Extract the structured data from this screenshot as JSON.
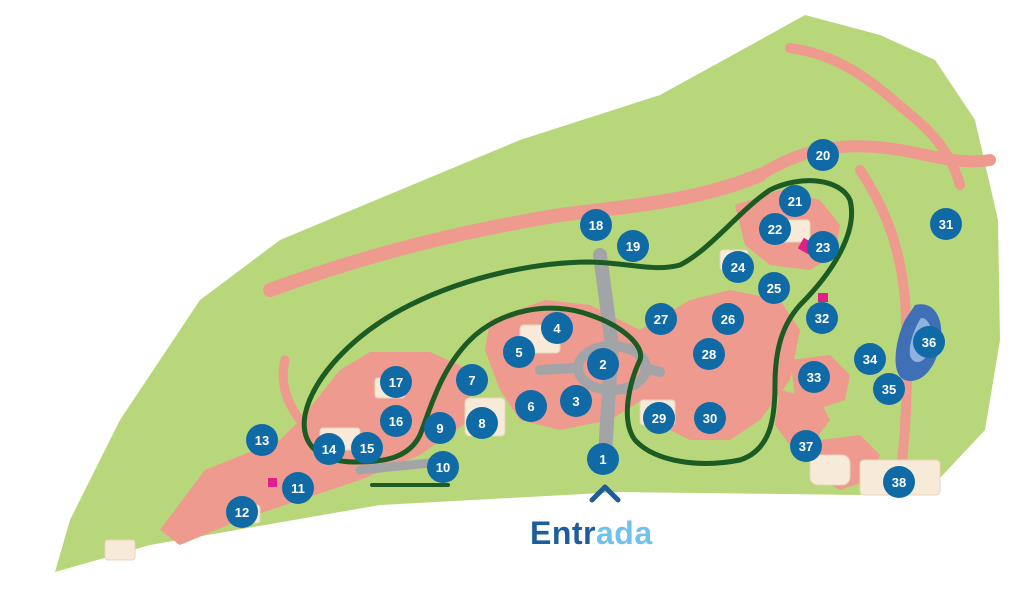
{
  "entrance": {
    "label_part1": "Entr",
    "label_part2": "ada"
  },
  "colors": {
    "grass": "#b7d77a",
    "path": "#ee9a8e",
    "track": "#1c5b24",
    "marker": "#0f6aa6",
    "water": "#3f6fb5",
    "building": "#f7ead8",
    "accent": "#e0208a"
  },
  "markers": [
    "1",
    "2",
    "3",
    "4",
    "5",
    "6",
    "7",
    "8",
    "9",
    "10",
    "11",
    "12",
    "13",
    "14",
    "15",
    "16",
    "17",
    "18",
    "19",
    "20",
    "21",
    "22",
    "23",
    "24",
    "25",
    "26",
    "27",
    "28",
    "29",
    "30",
    "31",
    "32",
    "33",
    "34",
    "35",
    "36",
    "37",
    "38"
  ]
}
